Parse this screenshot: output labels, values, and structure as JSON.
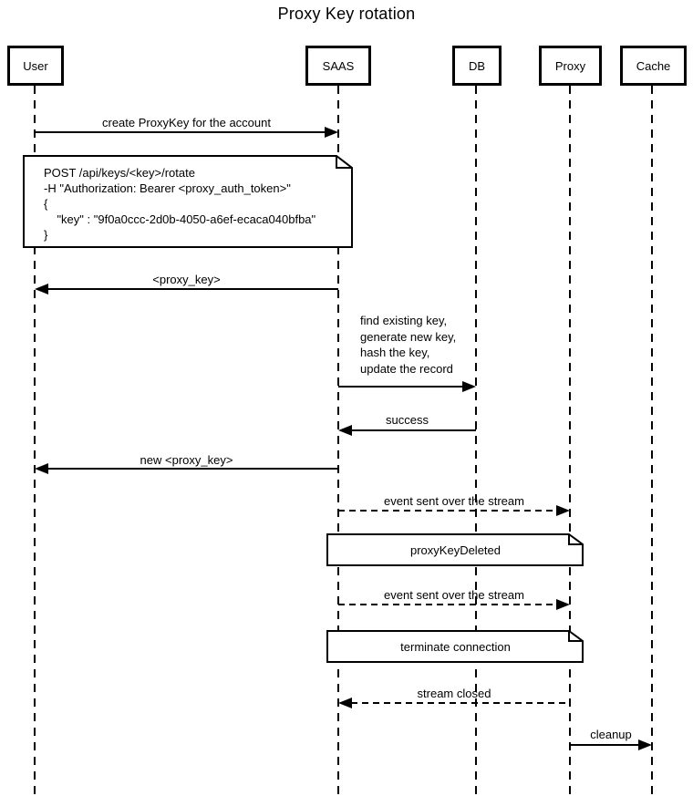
{
  "title": "Proxy Key rotation",
  "actors": [
    {
      "label": "User"
    },
    {
      "label": "SAAS"
    },
    {
      "label": "DB"
    },
    {
      "label": "Proxy"
    },
    {
      "label": "Cache"
    }
  ],
  "messages": [
    {
      "label": "create ProxyKey for the account",
      "from": "User",
      "to": "SAAS",
      "line": "solid"
    },
    {
      "label": "<proxy_key>",
      "from": "SAAS",
      "to": "User",
      "line": "solid"
    },
    {
      "label": "find existing key,\ngenerate new key,\nhash the key,\nupdate the record",
      "from": "SAAS",
      "to": "DB",
      "line": "solid"
    },
    {
      "label": "success",
      "from": "DB",
      "to": "SAAS",
      "line": "solid"
    },
    {
      "label": "new <proxy_key>",
      "from": "SAAS",
      "to": "User",
      "line": "solid"
    },
    {
      "label": "event sent over the stream",
      "from": "SAAS",
      "to": "Proxy",
      "line": "dashed"
    },
    {
      "label": "event sent over the stream",
      "from": "SAAS",
      "to": "Proxy",
      "line": "dashed"
    },
    {
      "label": "stream closed",
      "from": "Proxy",
      "to": "SAAS",
      "line": "dashed"
    },
    {
      "label": "cleanup",
      "from": "Proxy",
      "to": "Cache",
      "line": "solid"
    }
  ],
  "notes": [
    {
      "text": "POST /api/keys/<key>/rotate\n-H \"Authorization: Bearer <proxy_auth_token>\"\n{\n    \"key\" : \"9f0a0ccc-2d0b-4050-a6ef-ecaca040bfba\"\n}",
      "over": "User, SAAS"
    },
    {
      "text": "proxyKeyDeleted",
      "over": "SAAS, Proxy"
    },
    {
      "text": "terminate connection",
      "over": "SAAS, Proxy"
    }
  ],
  "colors": {
    "line": "#000000",
    "background": "#ffffff",
    "note_fill": "#ffffff",
    "text": "#000000"
  }
}
